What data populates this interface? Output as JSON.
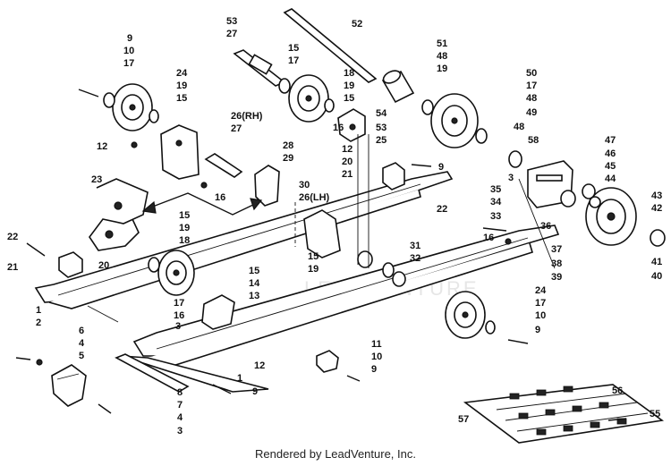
{
  "credit": "Rendered by LeadVenture, Inc.",
  "watermark": "LEADVENTURE",
  "callouts": [
    {
      "id": "c9a",
      "text": "9"
    },
    {
      "id": "c10a",
      "text": "10"
    },
    {
      "id": "c17a",
      "text": "17"
    },
    {
      "id": "c53a",
      "text": "53"
    },
    {
      "id": "c27a",
      "text": "27"
    },
    {
      "id": "c15a",
      "text": "15"
    },
    {
      "id": "c17b",
      "text": "17"
    },
    {
      "id": "c52",
      "text": "52"
    },
    {
      "id": "c51",
      "text": "51"
    },
    {
      "id": "c48a",
      "text": "48"
    },
    {
      "id": "c19a",
      "text": "19"
    },
    {
      "id": "c24a",
      "text": "24"
    },
    {
      "id": "c19b",
      "text": "19"
    },
    {
      "id": "c15b",
      "text": "15"
    },
    {
      "id": "c18a",
      "text": "18"
    },
    {
      "id": "c19c",
      "text": "19"
    },
    {
      "id": "c15c",
      "text": "15"
    },
    {
      "id": "c50",
      "text": "50"
    },
    {
      "id": "c17c",
      "text": "17"
    },
    {
      "id": "c48b",
      "text": "48"
    },
    {
      "id": "c49",
      "text": "49"
    },
    {
      "id": "c48c",
      "text": "48"
    },
    {
      "id": "c58",
      "text": "58"
    },
    {
      "id": "c26rh",
      "text": "26(RH)"
    },
    {
      "id": "c27b",
      "text": "27"
    },
    {
      "id": "c16a",
      "text": "16"
    },
    {
      "id": "c54",
      "text": "54"
    },
    {
      "id": "c53b",
      "text": "53"
    },
    {
      "id": "c25",
      "text": "25"
    },
    {
      "id": "c12a",
      "text": "12"
    },
    {
      "id": "c28",
      "text": "28"
    },
    {
      "id": "c29",
      "text": "29"
    },
    {
      "id": "c12b",
      "text": "12"
    },
    {
      "id": "c20a",
      "text": "20"
    },
    {
      "id": "c21a",
      "text": "21"
    },
    {
      "id": "c9b",
      "text": "9"
    },
    {
      "id": "c3a",
      "text": "3"
    },
    {
      "id": "c47",
      "text": "47"
    },
    {
      "id": "c46",
      "text": "46"
    },
    {
      "id": "c45",
      "text": "45"
    },
    {
      "id": "c44",
      "text": "44"
    },
    {
      "id": "c43",
      "text": "43"
    },
    {
      "id": "c42",
      "text": "42"
    },
    {
      "id": "c23",
      "text": "23"
    },
    {
      "id": "c16b",
      "text": "16"
    },
    {
      "id": "c30",
      "text": "30"
    },
    {
      "id": "c26lh",
      "text": "26(LH)"
    },
    {
      "id": "c35",
      "text": "35"
    },
    {
      "id": "c34",
      "text": "34"
    },
    {
      "id": "c33",
      "text": "33"
    },
    {
      "id": "c36",
      "text": "36"
    },
    {
      "id": "c22a",
      "text": "22"
    },
    {
      "id": "c16c",
      "text": "16"
    },
    {
      "id": "c37",
      "text": "37"
    },
    {
      "id": "c38",
      "text": "38"
    },
    {
      "id": "c39",
      "text": "39"
    },
    {
      "id": "c41",
      "text": "41"
    },
    {
      "id": "c40",
      "text": "40"
    },
    {
      "id": "c15d",
      "text": "15"
    },
    {
      "id": "c19d",
      "text": "19"
    },
    {
      "id": "c18b",
      "text": "18"
    },
    {
      "id": "c22b",
      "text": "22"
    },
    {
      "id": "c21b",
      "text": "21"
    },
    {
      "id": "c20b",
      "text": "20"
    },
    {
      "id": "c15e",
      "text": "15"
    },
    {
      "id": "c19e",
      "text": "19"
    },
    {
      "id": "c31",
      "text": "31"
    },
    {
      "id": "c32",
      "text": "32"
    },
    {
      "id": "c15f",
      "text": "15"
    },
    {
      "id": "c14",
      "text": "14"
    },
    {
      "id": "c13",
      "text": "13"
    },
    {
      "id": "c17d",
      "text": "17"
    },
    {
      "id": "c16d",
      "text": "16"
    },
    {
      "id": "c1a",
      "text": "1"
    },
    {
      "id": "c2",
      "text": "2"
    },
    {
      "id": "c3b",
      "text": "3"
    },
    {
      "id": "c24b",
      "text": "24"
    },
    {
      "id": "c17e",
      "text": "17"
    },
    {
      "id": "c10b",
      "text": "10"
    },
    {
      "id": "c9c",
      "text": "9"
    },
    {
      "id": "c6",
      "text": "6"
    },
    {
      "id": "c4a",
      "text": "4"
    },
    {
      "id": "c5",
      "text": "5"
    },
    {
      "id": "c12c",
      "text": "12"
    },
    {
      "id": "c1b",
      "text": "1"
    },
    {
      "id": "c11",
      "text": "11"
    },
    {
      "id": "c10c",
      "text": "10"
    },
    {
      "id": "c9d",
      "text": "9"
    },
    {
      "id": "c8",
      "text": "8"
    },
    {
      "id": "c9e",
      "text": "9"
    },
    {
      "id": "c7",
      "text": "7"
    },
    {
      "id": "c4b",
      "text": "4"
    },
    {
      "id": "c3c",
      "text": "3"
    },
    {
      "id": "c56",
      "text": "56"
    },
    {
      "id": "c57",
      "text": "57"
    },
    {
      "id": "c55",
      "text": "55"
    }
  ]
}
